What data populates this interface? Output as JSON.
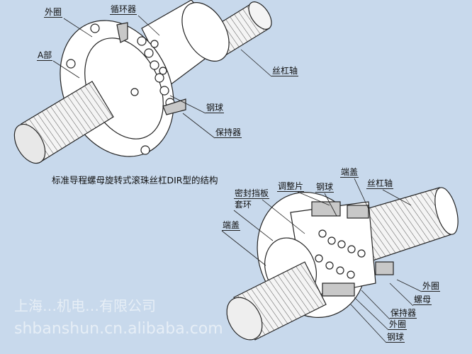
{
  "diagram_top": {
    "caption": "标准导程螺母旋转式滚珠丝杠DIR型的结构",
    "labels": {
      "outer_ring": "外圈",
      "circulator": "循环器",
      "part_a": "A部",
      "screw_shaft": "丝杠轴",
      "steel_ball": "钢球",
      "retainer": "保持器"
    }
  },
  "diagram_bottom": {
    "labels": {
      "end_cap_top": "端盖",
      "screw_shaft": "丝杠轴",
      "shim": "调整片",
      "steel_ball_top": "钢球",
      "seal_plate": "密封挡板",
      "collar": "套环",
      "end_cap_left": "端盖",
      "outer_ring_right": "外圈",
      "nut": "螺母",
      "retainer": "保持器",
      "outer_ring_bottom": "外圈",
      "steel_ball_bottom": "钢球"
    }
  },
  "watermark": {
    "company": "上海…机电…有限公司",
    "url": "shbanshun.cn.alibaba.com"
  },
  "colors": {
    "background": "#c8d9ec",
    "part_fill": "#ffffff",
    "section_fill": "#c8c8c8",
    "line": "#222222"
  }
}
